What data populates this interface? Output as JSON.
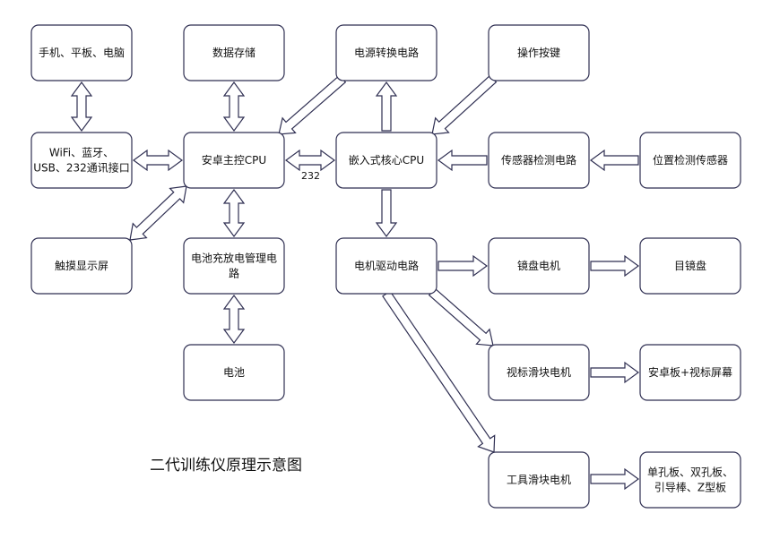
{
  "diagram": {
    "title": "二代训练仪原理示意图",
    "link_label": "232",
    "nodes": {
      "devices": [
        "手机、平板、电脑"
      ],
      "storage": [
        "数据存储"
      ],
      "power": [
        "电源转换电路"
      ],
      "buttons": [
        "操作按键"
      ],
      "comm": [
        "WiFi、蓝牙、",
        "USB、232通讯接口"
      ],
      "android": [
        "安卓主控CPU"
      ],
      "embedded": [
        "嵌入式核心CPU"
      ],
      "sensor": [
        "传感器检测电路"
      ],
      "pos": [
        "位置检测传感器"
      ],
      "touch": [
        "触摸显示屏"
      ],
      "battmgmt": [
        "电池充放电管理电",
        "路"
      ],
      "motor": [
        "电机驱动电路"
      ],
      "lensmotor": [
        "镜盘电机"
      ],
      "eyepiece": [
        "目镜盘"
      ],
      "battery": [
        "电池"
      ],
      "cursor": [
        "视标滑块电机"
      ],
      "screen": [
        "安卓板+视标屏幕"
      ],
      "tool": [
        "工具滑块电机"
      ],
      "boards": [
        "单孔板、双孔板、",
        "引导棒、Z型板"
      ]
    }
  }
}
